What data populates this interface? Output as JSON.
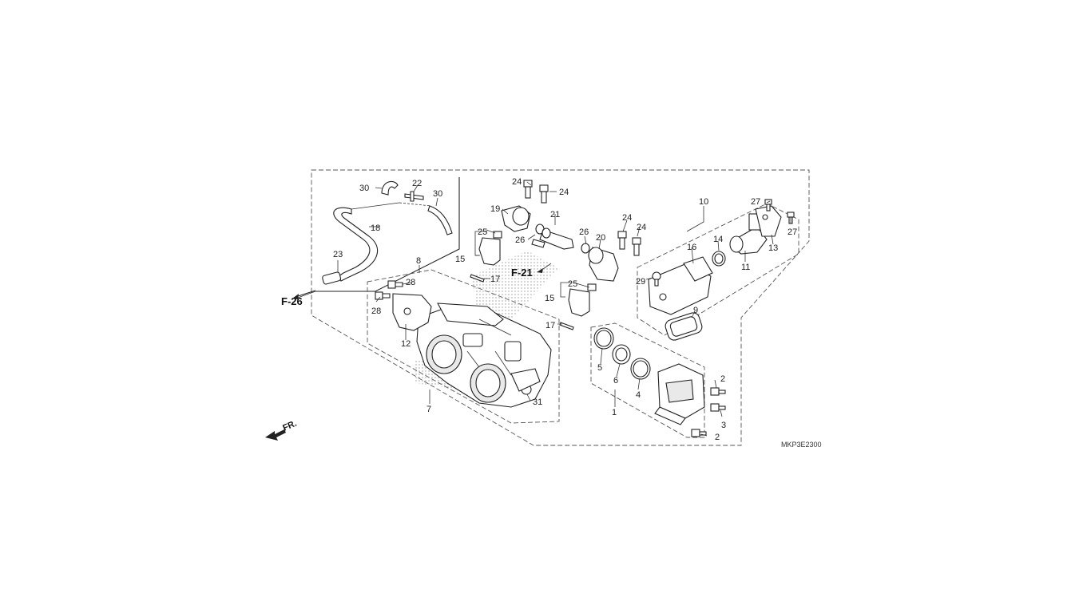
{
  "diagram": {
    "code": "MKP3E2300",
    "front_label": "FR.",
    "refs": {
      "f26": "F-26",
      "f21": "F-21"
    },
    "callouts": {
      "c1": "1",
      "c2a": "2",
      "c2b": "2",
      "c3": "3",
      "c4": "4",
      "c5": "5",
      "c6": "6",
      "c7": "7",
      "c8": "8",
      "c9": "9",
      "c10": "10",
      "c11": "11",
      "c12": "12",
      "c13": "13",
      "c14": "14",
      "c15a": "15",
      "c15b": "15",
      "c16": "16",
      "c17a": "17",
      "c17b": "17",
      "c18": "18",
      "c19": "19",
      "c20": "20",
      "c21": "21",
      "c22": "22",
      "c23": "23",
      "c24a": "24",
      "c24b": "24",
      "c24c": "24",
      "c24d": "24",
      "c25a": "25",
      "c25b": "25",
      "c26a": "26",
      "c26b": "26",
      "c27a": "27",
      "c27b": "27",
      "c28a": "28",
      "c28b": "28",
      "c29": "29",
      "c30a": "30",
      "c30b": "30",
      "c31": "31"
    }
  }
}
